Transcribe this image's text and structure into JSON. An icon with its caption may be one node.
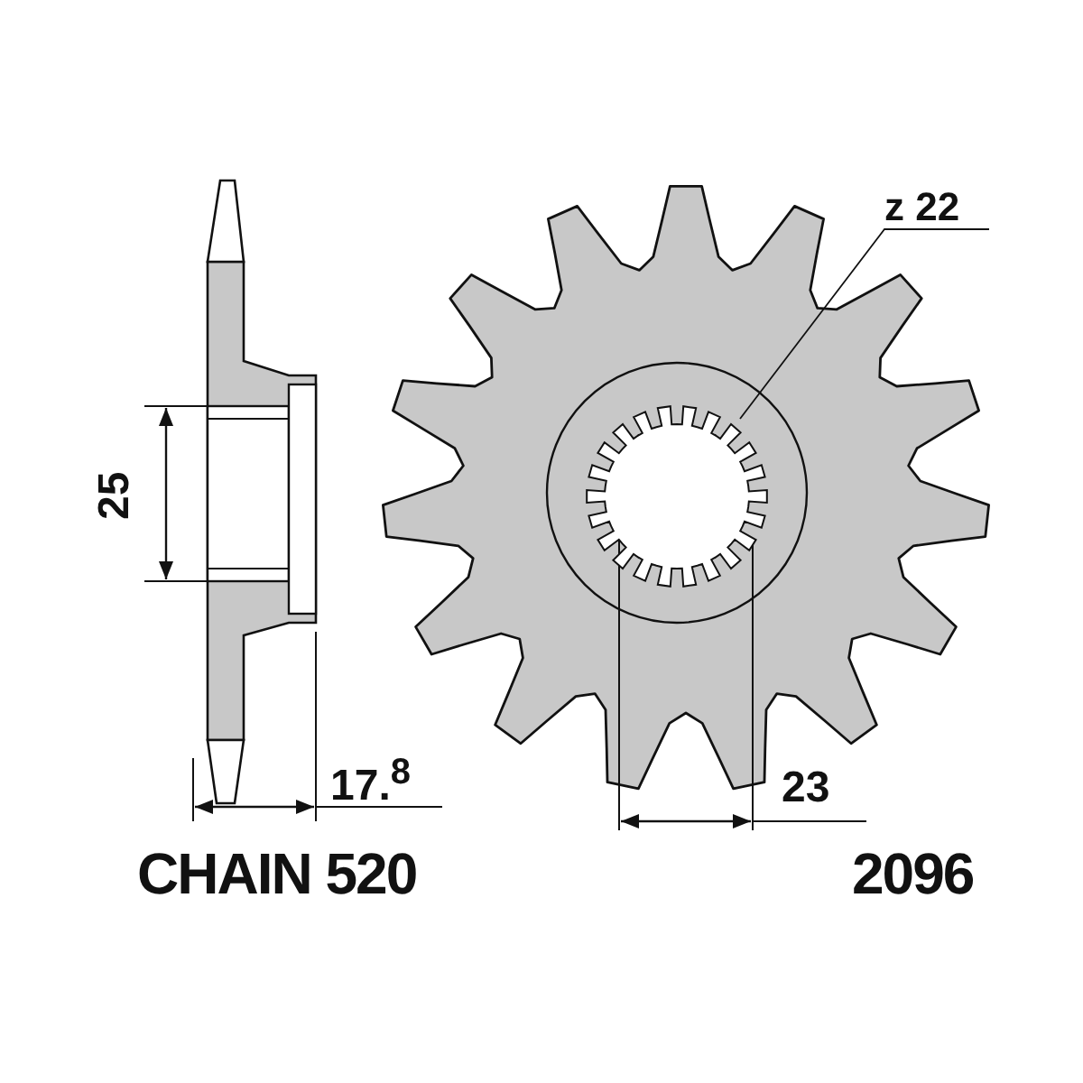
{
  "diagram": {
    "nodes": [
      {
        "text": [
          "z 22"
        ]
      },
      {
        "text": [],
        "shape": "picture"
      }
    ],
    "edges": [
      {
        "from": 0,
        "to": 1,
        "arrow": "none"
      }
    ],
    "labels": [
      "25",
      "17.$^{8}$",
      "23",
      "CHAIN 520",
      "2096"
    ]
  }
}
